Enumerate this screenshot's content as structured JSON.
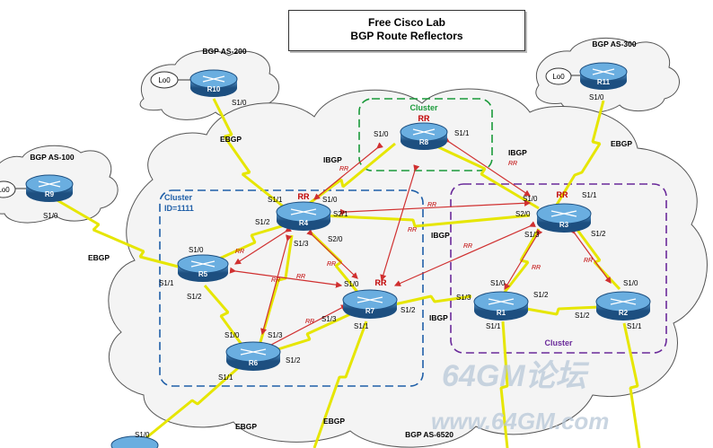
{
  "title": {
    "line1": "Free Cisco Lab",
    "line2": "BGP Route Reflectors"
  },
  "autonomous_systems": {
    "as200": "BGP AS-200",
    "as300": "BGP AS-300",
    "as100": "BGP AS-100",
    "core": "BGP AS-6520"
  },
  "clusters": {
    "blue_name": "Cluster",
    "blue_id": "ID=1111",
    "green_name": "Cluster",
    "purple_name": "Cluster"
  },
  "routers": {
    "r1": "R1",
    "r2": "R2",
    "r3": "R3",
    "r4": "R4",
    "r5": "R5",
    "r6": "R6",
    "r7": "R7",
    "r8": "R8",
    "r9": "R9",
    "r10": "R10",
    "r11": "R11"
  },
  "loopback": "Lo0",
  "session_labels": {
    "ebgp": "EBGP",
    "ibgp": "IBGP",
    "rr": "RR"
  },
  "interfaces": {
    "r10_s10": "S1/0",
    "r11_s10": "S1/0",
    "r9_s10": "S1/0",
    "r8_s10": "S1/0",
    "r8_s11": "S1/1",
    "r4_s11": "S1/1",
    "r4_s10": "S1/0",
    "r4_s12": "S1/2",
    "r4_s21": "S2/1",
    "r4_s13": "S1/3",
    "r4_s20": "S2/0",
    "r3_s10": "S1/0",
    "r3_s11": "S1/1",
    "r3_s20": "S2/0",
    "r3_s13": "S1/3",
    "r3_s12": "S1/2",
    "r5_s10": "S1/0",
    "r5_s11": "S1/1",
    "r5_s12": "S1/2",
    "r7_s10": "S1/0",
    "r7_s13": "S1/3",
    "r7_s12": "S1/2",
    "r7_s11": "S1/1",
    "r6_s10": "S1/0",
    "r6_s13": "S1/3",
    "r6_s12": "S1/2",
    "r6_s11": "S1/1",
    "r1_s10": "S1/0",
    "r1_s13": "S1/3",
    "r1_s12": "S1/2",
    "r1_s11": "S1/1",
    "r2_s10": "S1/0",
    "r2_s12": "S1/2",
    "r2_s11": "S1/1",
    "bottom_s10": "S1/0"
  },
  "watermark": {
    "line1": "64GM论坛",
    "line2": "www.64GM.com"
  },
  "colors": {
    "cloud_fill": "#f4f4f4",
    "router_body": "#2f6ea5",
    "serial_link": "#e6e600",
    "rr_arrow": "#d03030",
    "cluster_blue": "#1f5fa8",
    "cluster_green": "#1a9a3a",
    "cluster_purple": "#6a2a9a"
  }
}
